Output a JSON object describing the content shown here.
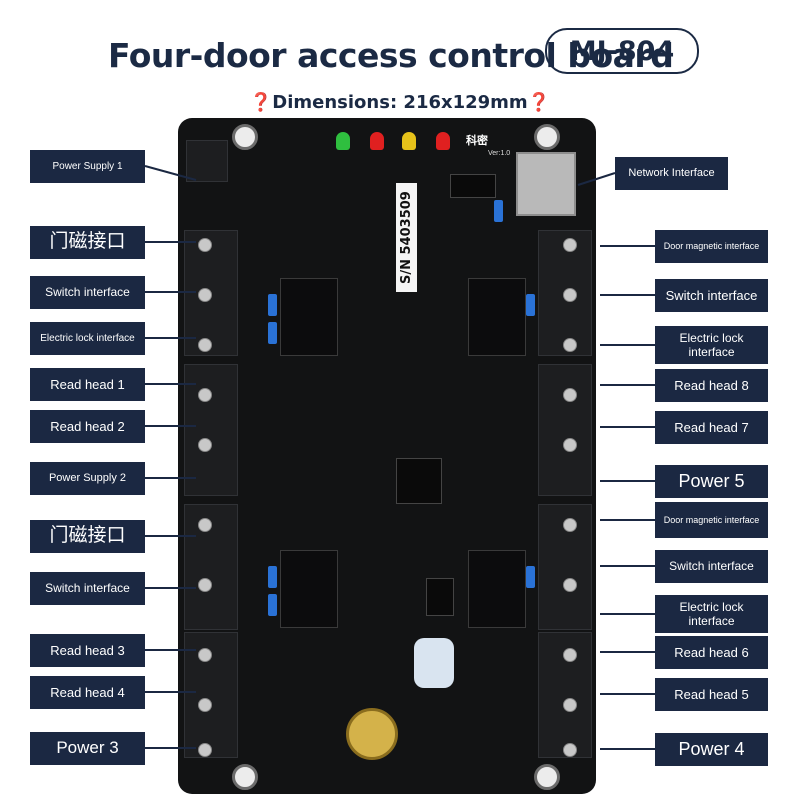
{
  "title": "Four-door access control board",
  "model": "MJ-804",
  "dimensions": "❓Dimensions: 216x129mm❓",
  "board": {
    "serial": "S/N 5403509",
    "logo": "科密",
    "version": "Ver:1.0"
  },
  "labels_left": [
    "Power Supply 1",
    "门磁接口",
    "Switch interface",
    "Electric lock interface",
    "Read head 1",
    "Read head 2",
    "Power Supply 2",
    "门磁接口",
    "Switch interface",
    "Read head 3",
    "Read head 4",
    "Power 3"
  ],
  "labels_right": [
    "Network Interface",
    "Door magnetic interface",
    "Switch interface",
    "Electric lock interface",
    "Read head 8",
    "Read head 7",
    "Power 5",
    "Door magnetic interface",
    "Switch interface",
    "Electric lock interface",
    "Read head 6",
    "Read head 5",
    "Power 4"
  ],
  "colors": {
    "label_bg": "#1b2842",
    "accent": "#1b2a44",
    "board": "#121314"
  }
}
